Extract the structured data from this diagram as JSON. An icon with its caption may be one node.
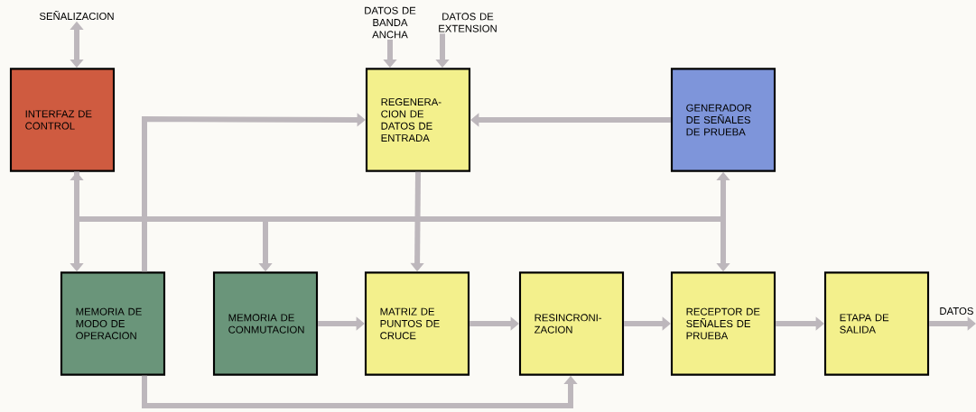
{
  "diagram": {
    "nodes": [
      {
        "text": [
          "SEÑALIZACION"
        ]
      },
      {
        "text": [
          "DATOS DE BANDA ANCHA"
        ]
      },
      {
        "text": [
          "DATOS DE EXTENSION"
        ]
      },
      {
        "text": [
          "INTERFAZ DE CONTROL"
        ]
      },
      {
        "text": [
          "REGENERA- CION DE DATOS DE ENTRADA"
        ]
      },
      {
        "text": [
          "GENERADOR DE SEÑALES DE PRUEBA"
        ]
      },
      {
        "text": [
          "MEMORIA DE MODO DE OPERACION"
        ]
      },
      {
        "text": [
          "MEMORIA DE CONMUTACION"
        ]
      },
      {
        "text": [
          "MATRIZ DE PUNTOS DE CRUCE"
        ]
      },
      {
        "text": [
          "RESINCRONI- ZACION"
        ]
      },
      {
        "text": [
          "RECEPTOR DE SEÑALES DE PRUEBA"
        ]
      },
      {
        "text": [
          "ETAPA DE SALIDA"
        ]
      }
    ],
    "edges": [
      {
        "from": 3,
        "to": 0,
        "arrow": "both"
      },
      {
        "from": 1,
        "to": 4,
        "arrow": "to"
      },
      {
        "from": 2,
        "to": 4,
        "arrow": "to"
      },
      {
        "from": 5,
        "to": 4,
        "arrow": "to"
      },
      {
        "from": 6,
        "to": 4,
        "arrow": "to"
      },
      {
        "from": 6,
        "to": 9,
        "arrow": "to"
      },
      {
        "from": 3,
        "to": 6,
        "arrow": "both"
      },
      {
        "from": 3,
        "to": 7,
        "arrow": "to"
      },
      {
        "from": 3,
        "to": 5,
        "arrow": "to"
      },
      {
        "from": 3,
        "to": 10,
        "arrow": "to"
      },
      {
        "from": 4,
        "to": 8,
        "arrow": "to"
      },
      {
        "from": 7,
        "to": 8,
        "arrow": "to"
      },
      {
        "from": 8,
        "to": 9,
        "arrow": "to"
      },
      {
        "from": 9,
        "to": 10,
        "arrow": "to"
      },
      {
        "from": 10,
        "to": 11,
        "arrow": "to"
      },
      {
        "from": 11,
        "to": null,
        "arrow": "to",
        "label": "DATOS"
      }
    ]
  }
}
